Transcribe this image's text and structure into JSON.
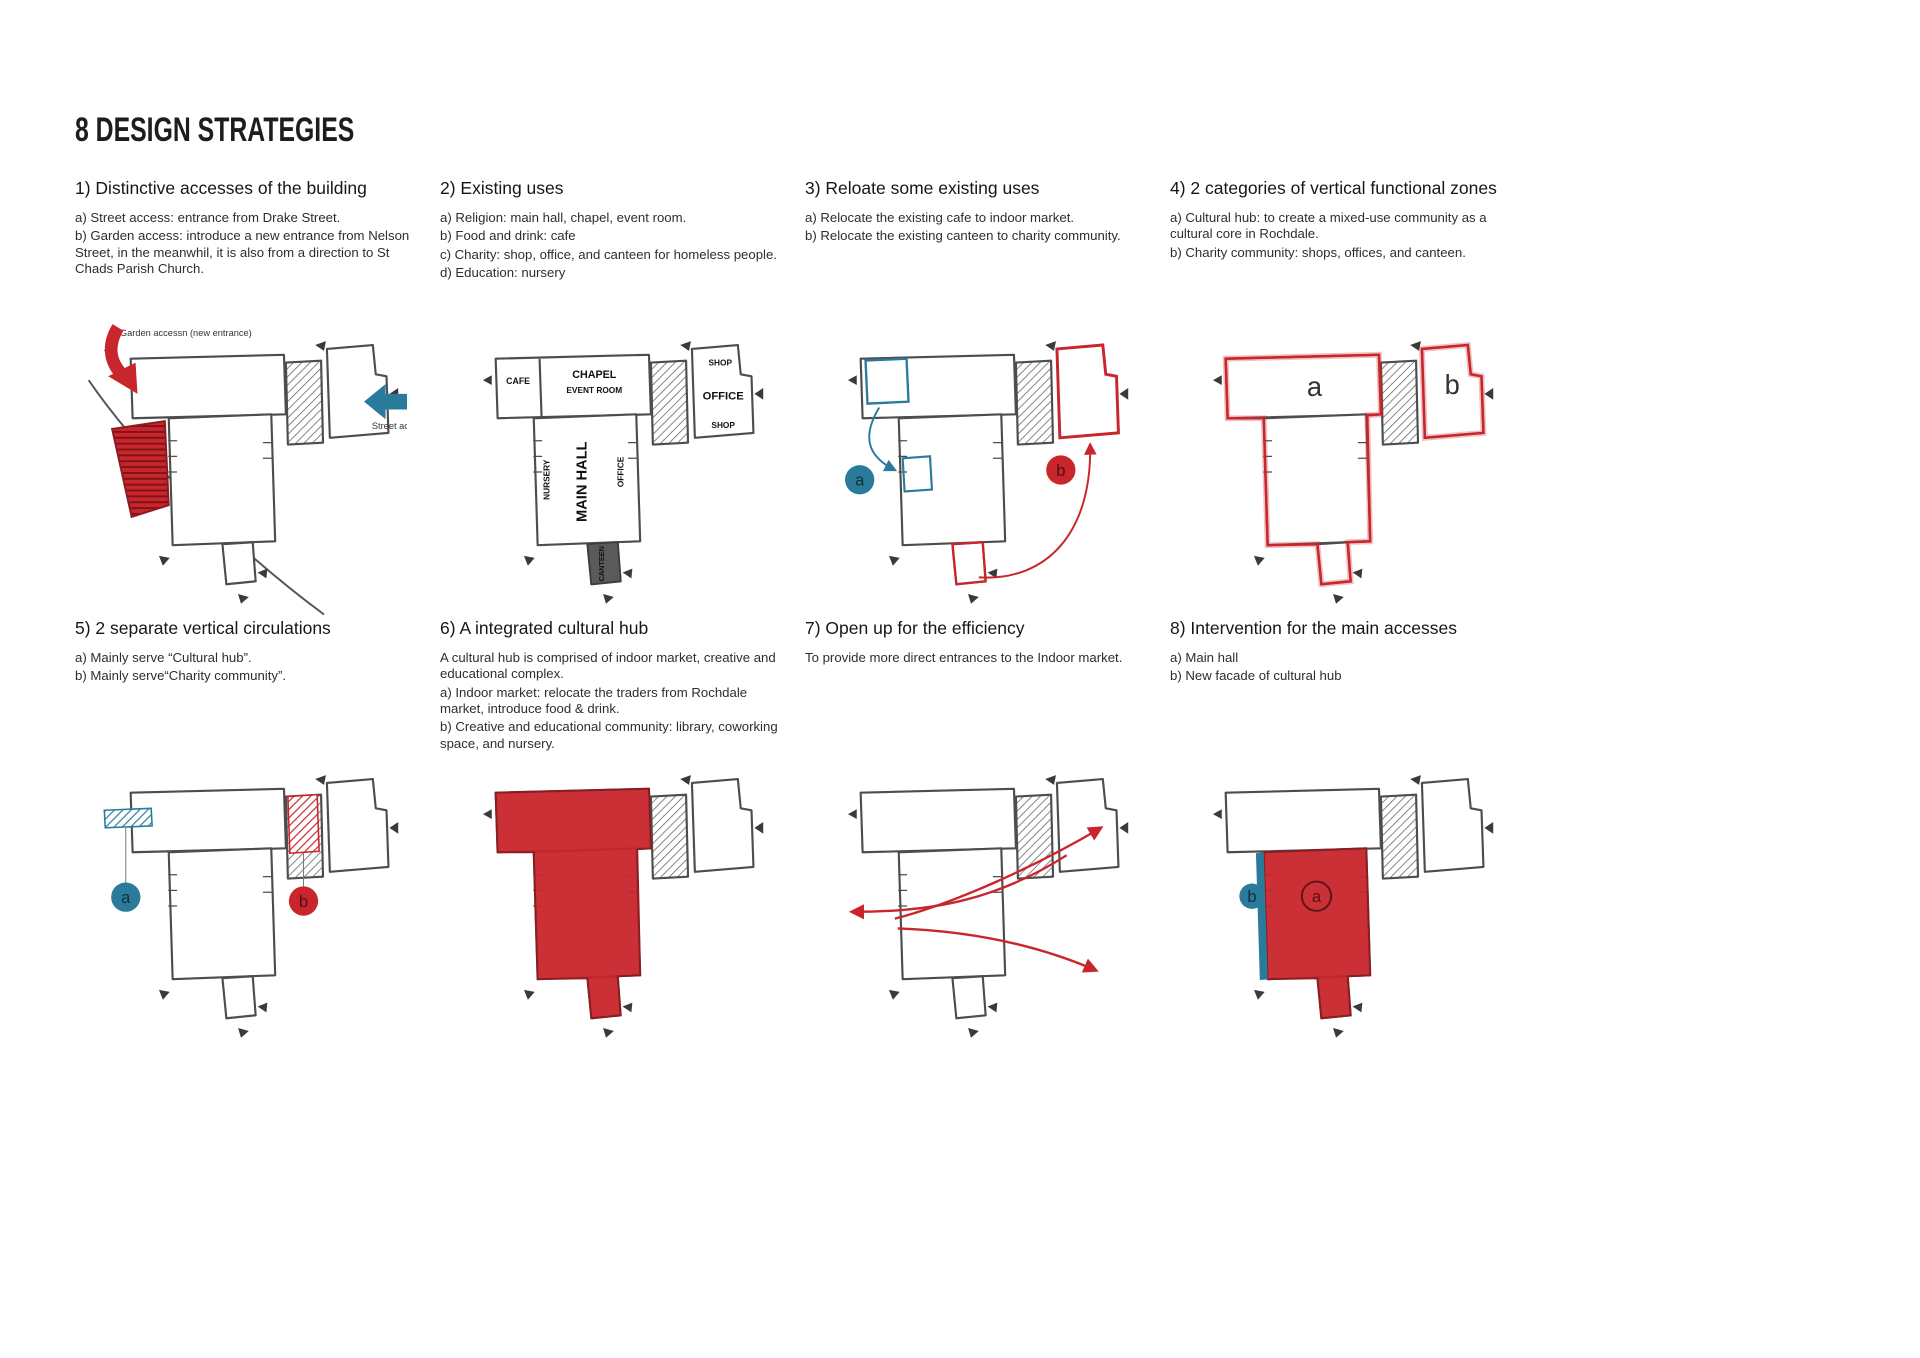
{
  "page": {
    "title": "8 DESIGN STRATEGIES"
  },
  "colors": {
    "red": "#c9252c",
    "red_dark": "#8e1b20",
    "blue": "#2a7b9b",
    "sketch": "#4d4d4d"
  },
  "panels": [
    {
      "title": "1) Distinctive accesses of the building",
      "lines": [
        "a) Street access: entrance from Drake Street.",
        "b) Garden access: introduce a new entrance from Nelson Street, in the meanwhil, it is also from a direction to St Chads Parish Church."
      ],
      "diagram": {
        "garden_label": "Garden accessn (new entrance)",
        "street_label": "Street access"
      }
    },
    {
      "title": "2) Existing uses",
      "lines": [
        "a) Religion: main hall, chapel, event room.",
        "b) Food and drink: cafe",
        "c) Charity: shop, office, and canteen for homeless people.",
        "d) Education: nursery"
      ],
      "diagram": {
        "cafe": "CAFE",
        "chapel": "CHAPEL",
        "event_room": "EVENT ROOM",
        "shop_top": "SHOP",
        "office_right": "OFFICE",
        "shop_bottom": "SHOP",
        "nursery": "NURSERY",
        "main_hall": "MAIN HALL",
        "office_side": "OFFICE",
        "canteen": "CANTEEN"
      }
    },
    {
      "title": "3) Reloate some existing uses",
      "lines": [
        "a) Relocate the existing cafe to indoor market.",
        "b) Relocate the existing canteen to charity community."
      ],
      "diagram": {
        "marker_a": "a",
        "marker_b": "b"
      }
    },
    {
      "title": "4) 2 categories of vertical functional zones",
      "lines": [
        "a) Cultural hub: to create a mixed-use community as a cultural core in Rochdale.",
        "b) Charity community: shops, offices, and canteen."
      ],
      "diagram": {
        "zone_a": "a",
        "zone_b": "b"
      }
    },
    {
      "title": "5) 2 separate vertical circulations",
      "lines": [
        "a) Mainly serve “Cultural hub”.",
        "b) Mainly serve“Charity community”."
      ],
      "diagram": {
        "marker_a": "a",
        "marker_b": "b"
      }
    },
    {
      "title": "6) A integrated cultural hub",
      "lines": [
        "A cultural hub is comprised of indoor market, creative and educational complex.",
        "a) Indoor market: relocate the traders from Rochdale market, introduce food & drink.",
        "b) Creative and educational community: library, coworking space, and nursery."
      ],
      "diagram": {}
    },
    {
      "title": "7) Open up for the efficiency",
      "lines": [
        "To provide more direct entrances to the Indoor market."
      ],
      "diagram": {}
    },
    {
      "title": "8) Intervention for the main accesses",
      "lines": [
        "a) Main hall",
        "b) New facade of cultural hub"
      ],
      "diagram": {
        "marker_a": "a",
        "marker_b": "b"
      }
    }
  ]
}
